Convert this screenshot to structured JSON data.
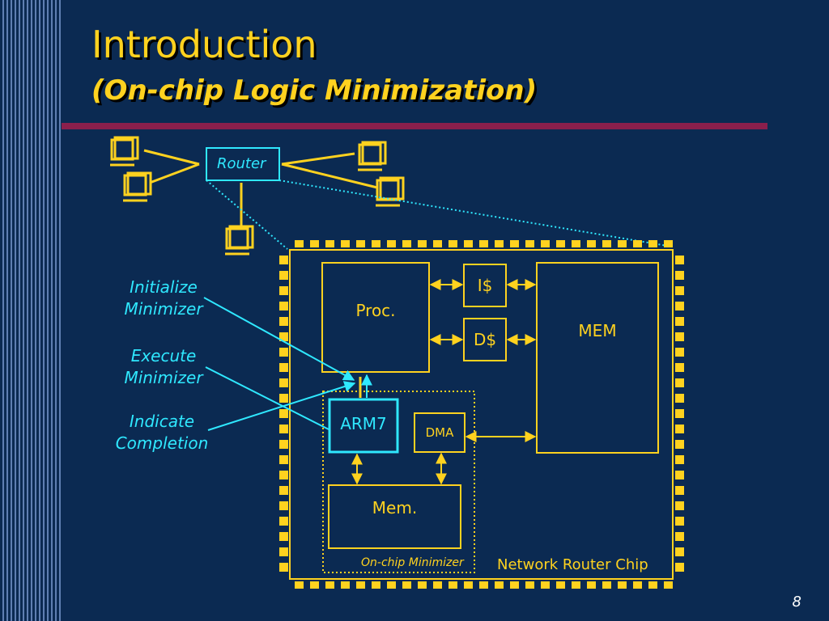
{
  "slide": {
    "title": "Introduction",
    "subtitle": "(On-chip Logic Minimization)",
    "page_number": "8"
  },
  "diagram": {
    "router_label": "Router",
    "chip_label": "Network Router Chip",
    "proc_label": "Proc.",
    "icache_label": "I$",
    "dcache_label": "D$",
    "mem_main_label": "MEM",
    "arm_label": "ARM7",
    "dma_label": "DMA",
    "mem_local_label": "Mem.",
    "minimizer_label": "On-chip Minimizer",
    "step_initialize": [
      "Initialize",
      "Minimizer"
    ],
    "step_execute": [
      "Execute",
      "Minimizer"
    ],
    "step_indicate": [
      "Indicate",
      "Completion"
    ]
  },
  "colors": {
    "background": "#0b2a52",
    "accent_yellow": "#ffd21f",
    "accent_cyan": "#2fe8ff",
    "rule": "#8b1f4c"
  }
}
